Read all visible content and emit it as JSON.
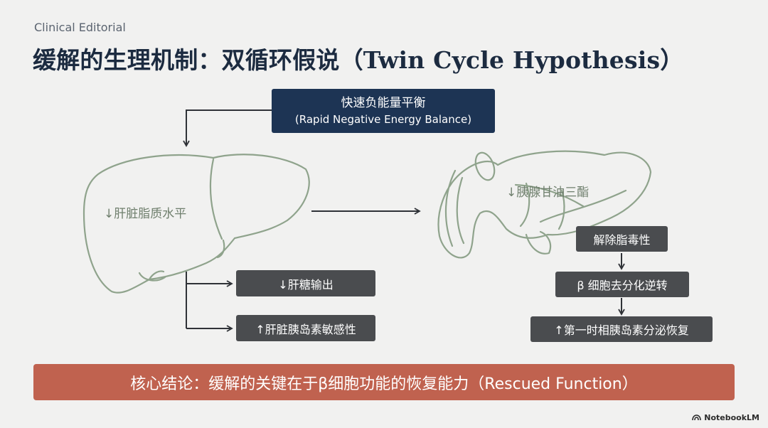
{
  "header": {
    "kicker": "Clinical Editorial",
    "title": "缓解的生理机制：双循环假说（Twin Cycle Hypothesis）"
  },
  "top_box": {
    "line1": "快速负能量平衡",
    "line2": "(Rapid Negative Energy Balance)"
  },
  "liver": {
    "label": "↓肝脏脂质水平",
    "outcomes": [
      "↓肝糖输出",
      "↑肝脏胰岛素敏感性"
    ]
  },
  "pancreas": {
    "label": "↓胰腺甘油三酯",
    "steps": [
      "解除脂毒性",
      "β 细胞去分化逆转",
      "↑第一时相胰岛素分泌恢复"
    ]
  },
  "conclusion": {
    "text": "核心结论：缓解的关键在于β细胞功能的恢复能力（Rescued Function）"
  },
  "brand": {
    "name": "NotebookLM"
  },
  "colors": {
    "background": "#f1f1f0",
    "navy": "#1d3454",
    "gray_box": "#4a4c4f",
    "organ_line": "#8fa38c",
    "banner": "#c0624f"
  }
}
